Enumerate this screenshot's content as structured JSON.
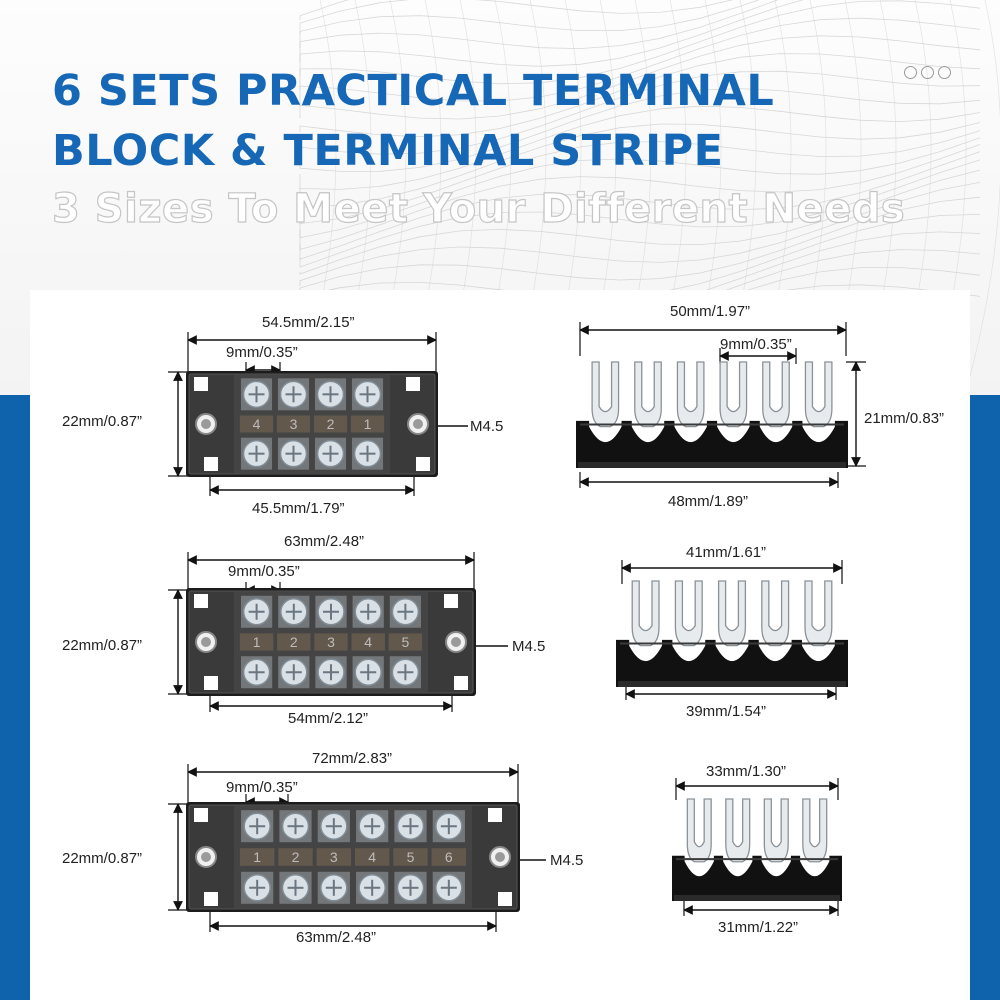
{
  "header": {
    "title_line_1": "6 SETS PRACTICAL TERMINAL",
    "title_line_2": "BLOCK & TERMINAL STRIPE",
    "subtitle": "3 Sizes To Meet Your Different Needs",
    "menu_icon": "more-dots-icon"
  },
  "colors": {
    "brand_blue": "#0f63ad",
    "title_blue": "#1668b6",
    "block_body": "#2a2a2a",
    "jumper_cover": "#111111"
  },
  "terminal_blocks": [
    {
      "positions": 4,
      "overall_length": "54.5mm/2.15”",
      "pitch": "9mm/0.35”",
      "height": "22mm/0.87”",
      "hole_spacing": "45.5mm/1.79”",
      "screw": "M4.5",
      "numbers": [
        "4",
        "3",
        "2",
        "1"
      ]
    },
    {
      "positions": 5,
      "overall_length": "63mm/2.48”",
      "pitch": "9mm/0.35”",
      "height": "22mm/0.87”",
      "hole_spacing": "54mm/2.12”",
      "screw": "M4.5",
      "numbers": [
        "1",
        "2",
        "3",
        "4",
        "5"
      ]
    },
    {
      "positions": 6,
      "overall_length": "72mm/2.83”",
      "pitch": "9mm/0.35”",
      "height": "22mm/0.87”",
      "hole_spacing": "63mm/2.48”",
      "screw": "M4.5",
      "numbers": [
        "1",
        "2",
        "3",
        "4",
        "5",
        "6"
      ]
    }
  ],
  "jumper_strips": [
    {
      "positions": 6,
      "top_length": "50mm/1.97”",
      "pitch": "9mm/0.35”",
      "height": "21mm/0.83”",
      "bottom_length": "48mm/1.89”"
    },
    {
      "positions": 5,
      "top_length": "41mm/1.61”",
      "bottom_length": "39mm/1.54”"
    },
    {
      "positions": 4,
      "top_length": "33mm/1.30”",
      "bottom_length": "31mm/1.22”"
    }
  ]
}
